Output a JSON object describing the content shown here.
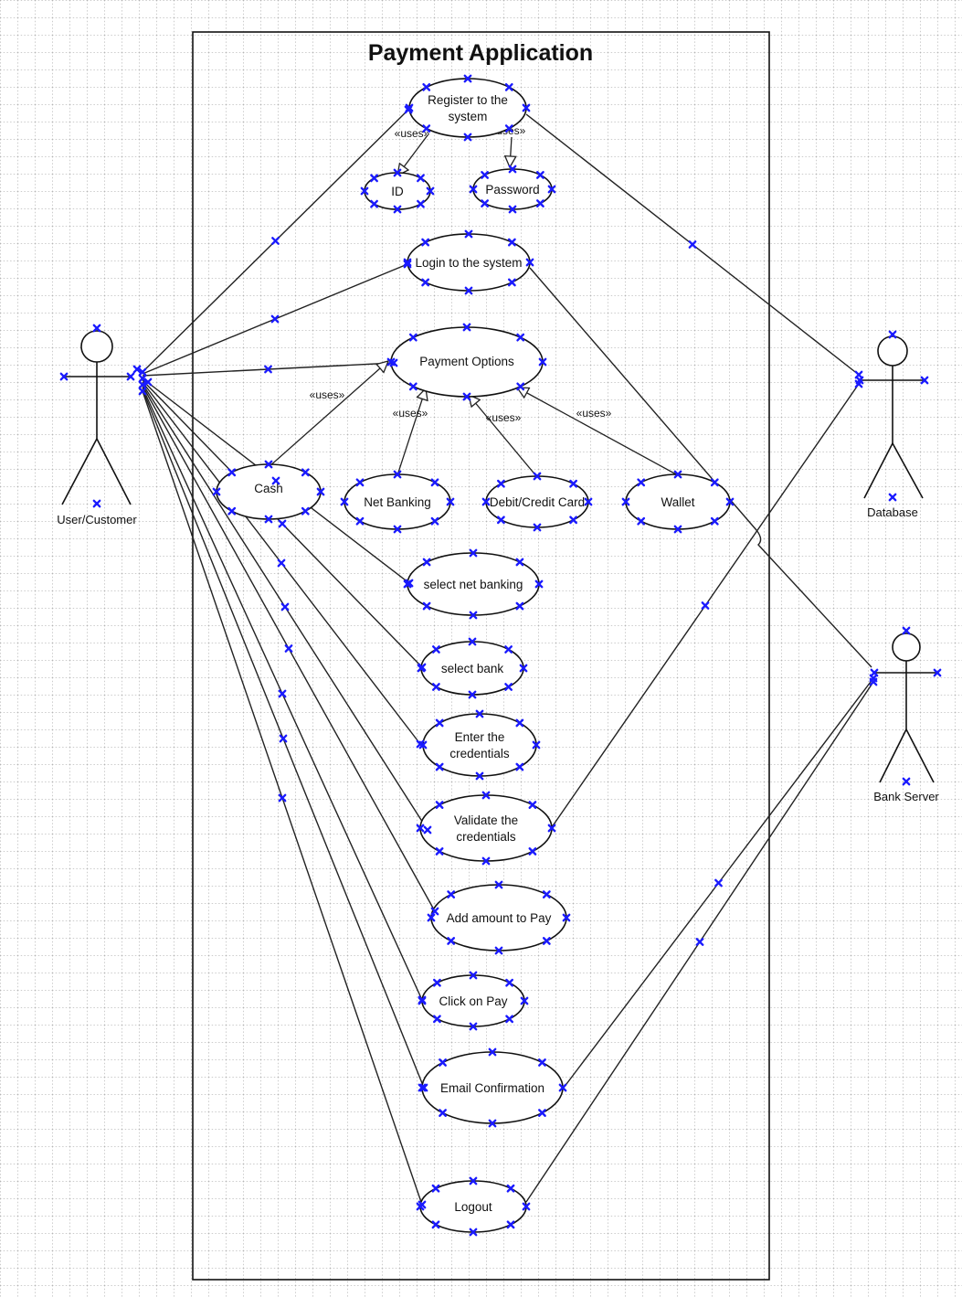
{
  "title": "Payment Application",
  "actors": {
    "user": "User/Customer",
    "database": "Database",
    "bank_server": "Bank Server"
  },
  "use_cases": {
    "register_line1": "Register to the",
    "register_line2": "system",
    "id": "ID",
    "password": "Password",
    "login": "Login to the system",
    "payment_options": "Payment Options",
    "cash": "Cash",
    "net_banking": "Net Banking",
    "debit_credit_card": "Debit/Credit Card",
    "wallet": "Wallet",
    "select_net_banking": "select net banking",
    "select_bank": "select bank",
    "enter_credentials_line1": "Enter the",
    "enter_credentials_line2": "credentials",
    "validate_credentials_line1": "Validate the",
    "validate_credentials_line2": "credentials",
    "add_amount": "Add amount to Pay",
    "click_on_pay": "Click on Pay",
    "email_confirmation": "Email Confirmation",
    "logout": "Logout"
  },
  "stereotypes": {
    "uses": "«uses»"
  },
  "colors": {
    "handle": "#1a1aff",
    "line": "#222222",
    "grid": "#9a9a9a"
  }
}
